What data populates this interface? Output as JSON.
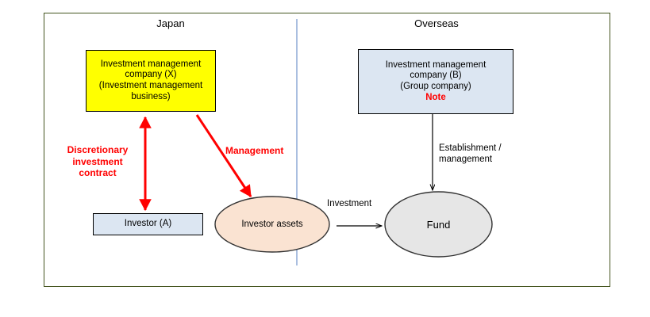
{
  "diagram": {
    "frame": {
      "border_color": "#45551f"
    },
    "divider": {
      "color": "#aabfe0"
    },
    "regions": [
      {
        "name": "japan",
        "title": "Japan"
      },
      {
        "name": "overseas",
        "title": "Overseas"
      }
    ],
    "nodes": [
      {
        "id": "investment-management-company-x",
        "shape": "rect",
        "fill": "#ffff00",
        "lines": [
          "Investment management",
          "company (X)",
          "(Investment management",
          "business)"
        ]
      },
      {
        "id": "investment-management-company-b",
        "shape": "rect",
        "fill": "#dce6f2",
        "lines": [
          "Investment management",
          "company (B)",
          "(Group company)"
        ],
        "note": "Note",
        "note_color": "#ff0000"
      },
      {
        "id": "investor-a",
        "shape": "rect",
        "fill": "#dce6f2",
        "lines": [
          "Investor (A)"
        ]
      },
      {
        "id": "investor-assets",
        "shape": "ellipse",
        "fill": "#fae3d2",
        "lines": [
          "Investor assets"
        ]
      },
      {
        "id": "fund",
        "shape": "ellipse",
        "fill": "#e6e6e6",
        "lines": [
          "Fund"
        ]
      }
    ],
    "edges": [
      {
        "id": "discretionary-investment-contract",
        "label": "Discretionary\ninvestment\ncontract",
        "color": "#ff0000",
        "style": "double-arrow",
        "from": "investment-management-company-x",
        "to": "investor-a"
      },
      {
        "id": "management",
        "label": "Management",
        "color": "#ff0000",
        "style": "arrow",
        "from": "investment-management-company-x",
        "to": "investor-assets"
      },
      {
        "id": "investment",
        "label": "Investment",
        "color": "#000000",
        "style": "arrow",
        "from": "investor-assets",
        "to": "fund"
      },
      {
        "id": "establishment-management",
        "label": "Establishment /\nmanagement",
        "color": "#000000",
        "style": "arrow",
        "from": "investment-management-company-b",
        "to": "fund"
      }
    ]
  }
}
